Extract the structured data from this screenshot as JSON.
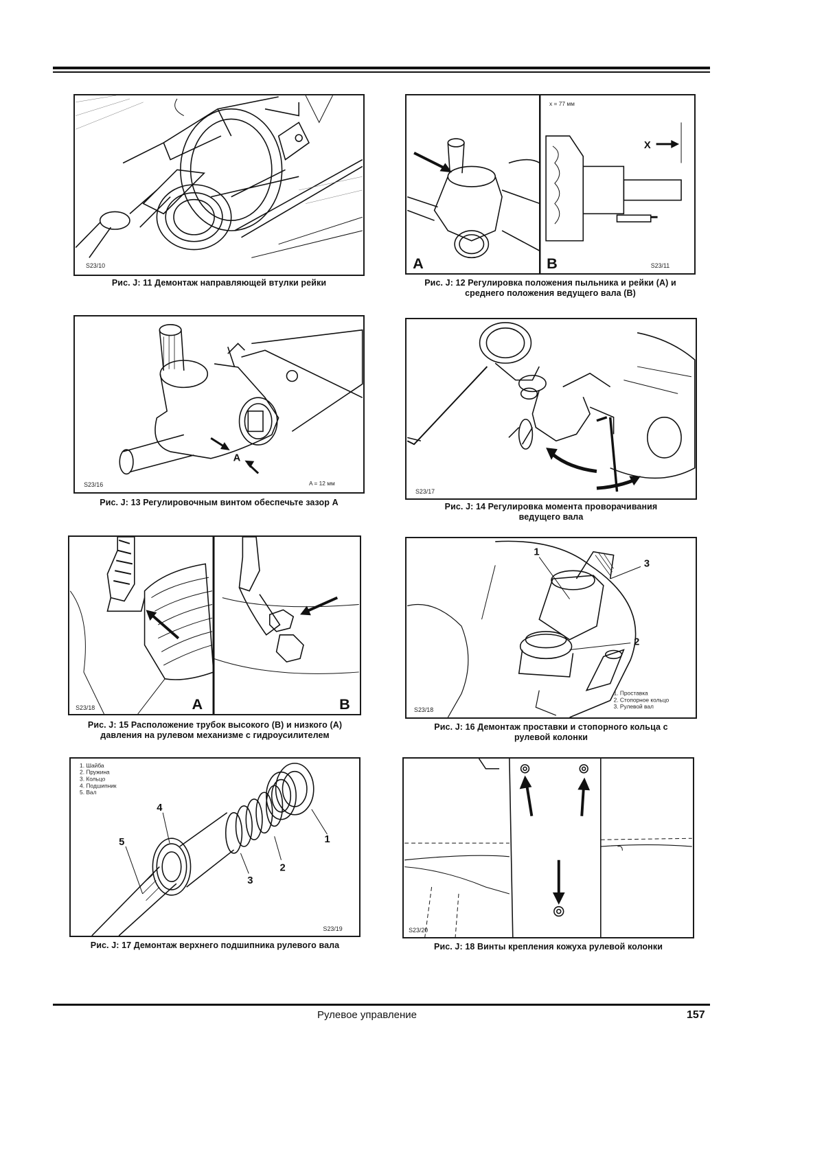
{
  "figures": [
    {
      "caption": "Рис. J: 11 Демонтаж направляющей втулки рейки",
      "code": "S23/10"
    },
    {
      "caption_line1": "Рис. J: 12 Регулировка положения пыльника и рейки (А) и",
      "caption_line2": "среднего положения ведущего вала (В)",
      "code": "S23/11",
      "dim_note": "x = 77 мм",
      "label_x": "X",
      "panel_a": "A",
      "panel_b": "B"
    },
    {
      "caption": "Рис. J: 13 Регулировочным винтом обеспечьте зазор А",
      "code": "S23/16",
      "label_a": "A",
      "dim_note": "A = 12 мм"
    },
    {
      "caption_line1": "Рис. J: 14 Регулировка момента проворачивания",
      "caption_line2": "ведущего вала",
      "code": "S23/17"
    },
    {
      "caption_line1": "Рис. J: 15 Расположение трубок высокого (В) и низкого (А)",
      "caption_line2": "давления на рулевом механизме с гидроусилителем",
      "code": "S23/18",
      "panel_a": "A",
      "panel_b": "B"
    },
    {
      "caption_line1": "Рис. J: 16 Демонтаж проставки и стопорного кольца с",
      "caption_line2": "рулевой колонки",
      "code": "S23/18",
      "callouts": [
        "1",
        "2",
        "3"
      ],
      "legend": [
        "1. Проставка",
        "2. Стопорное кольцо",
        "3. Рулевой вал"
      ]
    },
    {
      "caption": "Рис. J: 17 Демонтаж верхнего подшипника рулевого вала",
      "code": "S23/19",
      "callouts": [
        "1",
        "2",
        "3",
        "4",
        "5"
      ],
      "legend": [
        "1. Шайба",
        "2. Пружина",
        "3. Кольцо",
        "4. Подшипник",
        "5. Вал"
      ]
    },
    {
      "caption": "Рис. J: 18 Винты крепления кожуха рулевой колонки",
      "code": "S23/20"
    }
  ],
  "footer": {
    "section_title": "Рулевое управление",
    "page_number": "157"
  }
}
